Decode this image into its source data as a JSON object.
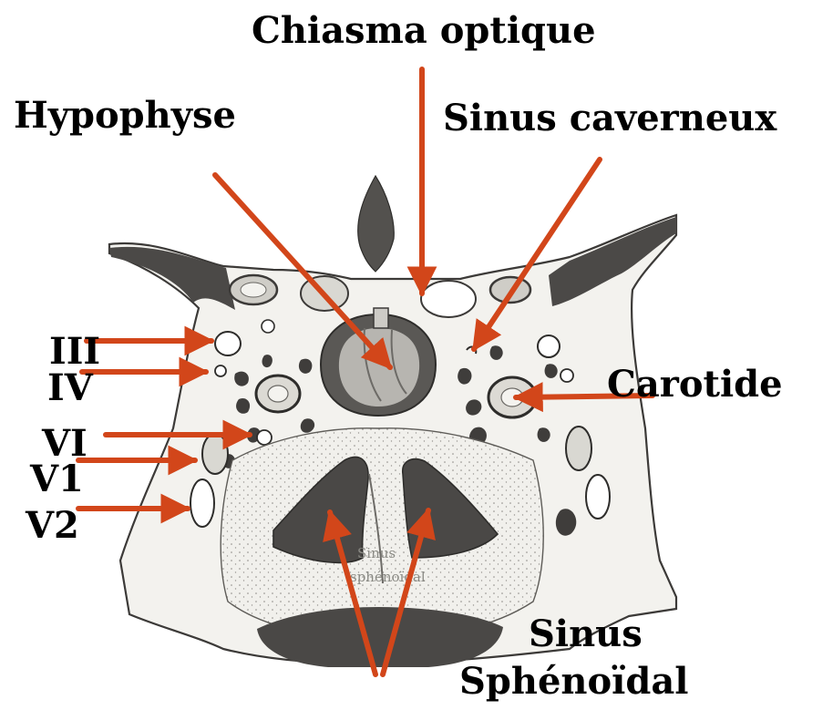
{
  "labels": {
    "chiasma": "Chiasma optique",
    "hypophyse": "Hypophyse",
    "sinus_caverneux": "Sinus caverneux",
    "carotide": "Carotide",
    "nerve_iii": "III",
    "nerve_iv": "IV",
    "nerve_vi": "VI",
    "nerve_v1": "V1",
    "nerve_v2": "V2",
    "sinus_sphenoidal": [
      "Sinus",
      "Sphénoïdal"
    ]
  },
  "plate_text": [
    "Sinus",
    "sphénoïdal"
  ],
  "colors": {
    "arrow": "#d2461a",
    "drawing_ink": "#3c3a38",
    "dark_cavity": "#4a4846",
    "paper": "#f4f3ef"
  }
}
